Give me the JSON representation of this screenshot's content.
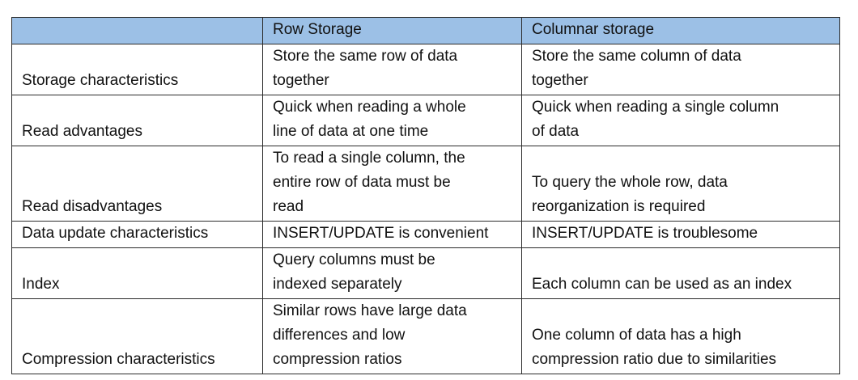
{
  "table": {
    "headers": [
      "",
      "Row Storage",
      "Columnar storage"
    ],
    "rows": [
      {
        "label": "Storage characteristics",
        "row_storage": [
          "Store the same row of data",
          "together"
        ],
        "columnar_storage": [
          "Store the same column of data",
          "together"
        ]
      },
      {
        "label": "Read advantages",
        "row_storage": [
          "Quick when reading a whole",
          "line of data at one time"
        ],
        "columnar_storage": [
          "Quick when reading a single column",
          "of data"
        ]
      },
      {
        "label": "Read disadvantages",
        "row_storage": [
          "To read a single column, the",
          "entire row of data must be",
          "read"
        ],
        "columnar_storage": [
          "To query the whole row, data",
          "reorganization is required"
        ]
      },
      {
        "label": "Data update characteristics",
        "row_storage": [
          "INSERT/UPDATE is convenient"
        ],
        "columnar_storage": [
          "INSERT/UPDATE is troublesome"
        ]
      },
      {
        "label": "Index",
        "row_storage": [
          "Query columns must be",
          "indexed separately"
        ],
        "columnar_storage": [
          "Each column can be used as an index"
        ]
      },
      {
        "label": "Compression characteristics",
        "row_storage": [
          "Similar rows have large data",
          "differences and low",
          "compression ratios"
        ],
        "columnar_storage": [
          "One column of data has a high",
          "compression ratio due to similarities"
        ]
      }
    ]
  },
  "colors": {
    "header_background": "#9cc0e6",
    "border": "#2b2b2b",
    "text": "#111111"
  }
}
